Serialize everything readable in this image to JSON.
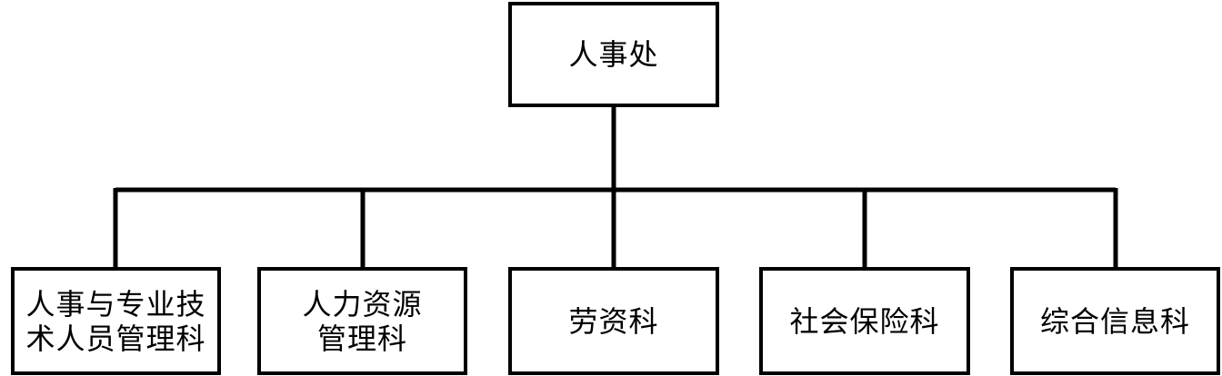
{
  "root": {
    "label": "人事处"
  },
  "children": [
    {
      "lines": [
        "人事与专业技",
        "术人员管理科"
      ]
    },
    {
      "lines": [
        "人力资源",
        "管理科"
      ]
    },
    {
      "lines": [
        "劳资科"
      ]
    },
    {
      "lines": [
        "社会保险科"
      ]
    },
    {
      "lines": [
        "综合信息科"
      ]
    }
  ],
  "colors": {
    "line": "#000000",
    "box_border": "#000000",
    "background": "#ffffff"
  }
}
